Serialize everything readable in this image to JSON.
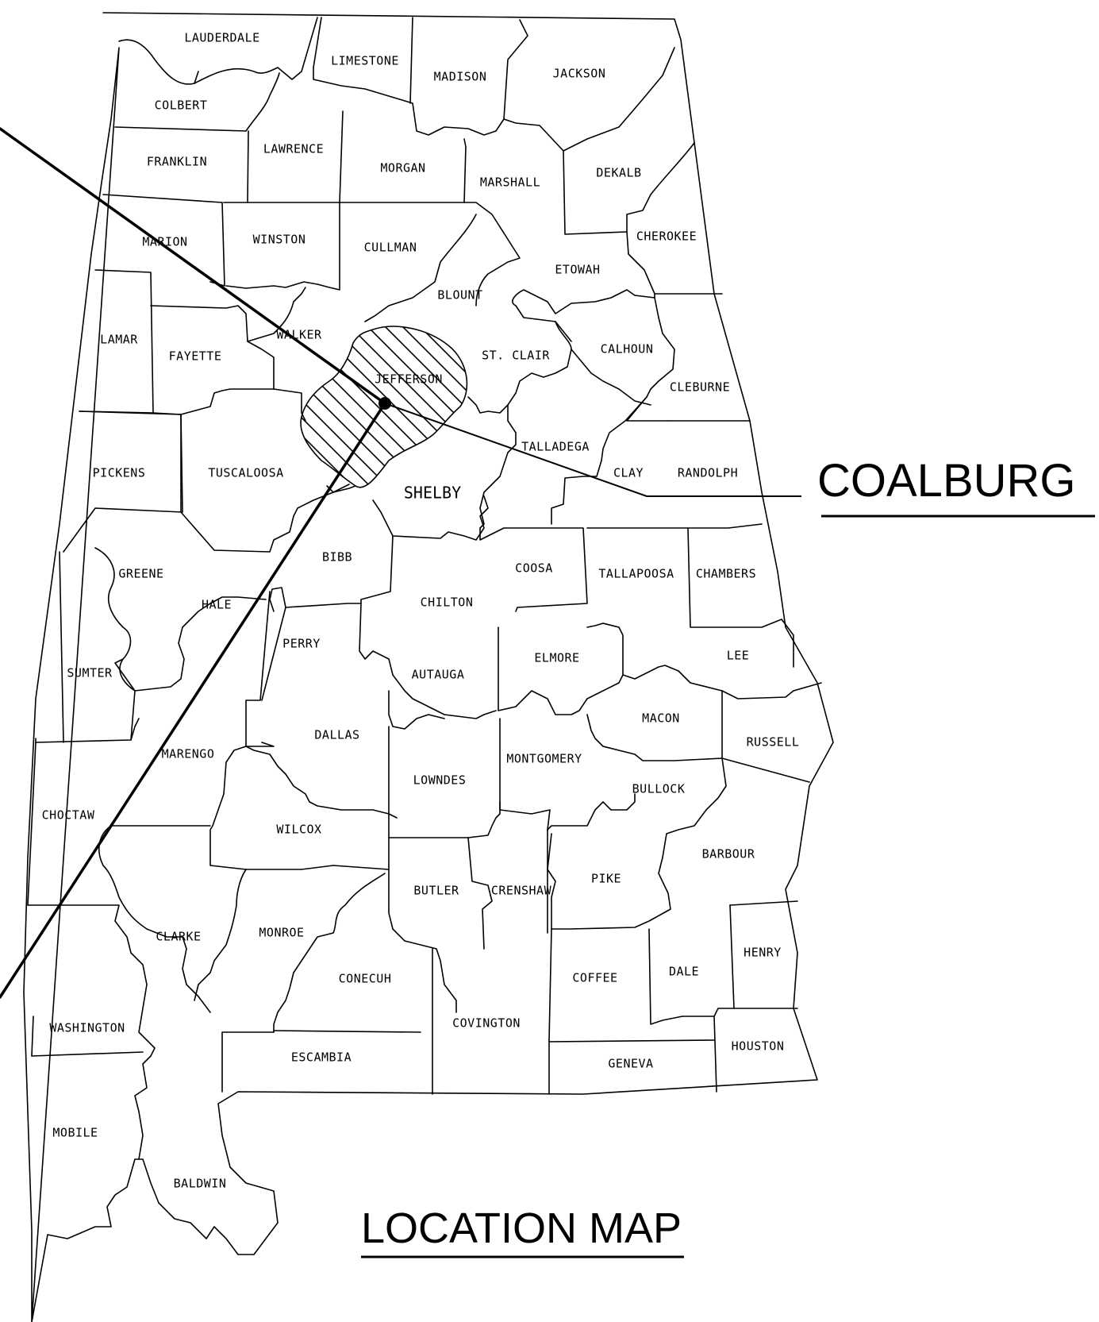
{
  "site": {
    "label": "COALBURG",
    "color": "#000000"
  },
  "title": "LOCATION MAP",
  "hatched_county": "JEFFERSON",
  "counties": [
    {
      "id": "lauderdale",
      "name": "LAUDERDALE"
    },
    {
      "id": "limestone",
      "name": "LIMESTONE"
    },
    {
      "id": "madison",
      "name": "MADISON"
    },
    {
      "id": "jackson",
      "name": "JACKSON"
    },
    {
      "id": "colbert",
      "name": "COLBERT"
    },
    {
      "id": "lawrence",
      "name": "LAWRENCE"
    },
    {
      "id": "franklin",
      "name": "FRANKLIN"
    },
    {
      "id": "morgan",
      "name": "MORGAN"
    },
    {
      "id": "marshall",
      "name": "MARSHALL"
    },
    {
      "id": "dekalb",
      "name": "DEKALB"
    },
    {
      "id": "marion",
      "name": "MARION"
    },
    {
      "id": "winston",
      "name": "WINSTON"
    },
    {
      "id": "cullman",
      "name": "CULLMAN"
    },
    {
      "id": "cherokee",
      "name": "CHEROKEE"
    },
    {
      "id": "etowah",
      "name": "ETOWAH"
    },
    {
      "id": "blount",
      "name": "BLOUNT"
    },
    {
      "id": "lamar",
      "name": "LAMAR"
    },
    {
      "id": "fayette",
      "name": "FAYETTE"
    },
    {
      "id": "walker",
      "name": "WALKER"
    },
    {
      "id": "st-clair",
      "name": "ST. CLAIR"
    },
    {
      "id": "calhoun",
      "name": "CALHOUN"
    },
    {
      "id": "jefferson",
      "name": "JEFFERSON"
    },
    {
      "id": "cleburne",
      "name": "CLEBURNE"
    },
    {
      "id": "talladega",
      "name": "TALLADEGA"
    },
    {
      "id": "pickens",
      "name": "PICKENS"
    },
    {
      "id": "tuscaloosa",
      "name": "TUSCALOOSA"
    },
    {
      "id": "shelby",
      "name": "SHELBY"
    },
    {
      "id": "clay",
      "name": "CLAY"
    },
    {
      "id": "randolph",
      "name": "RANDOLPH"
    },
    {
      "id": "bibb",
      "name": "BIBB"
    },
    {
      "id": "coosa",
      "name": "COOSA"
    },
    {
      "id": "tallapoosa",
      "name": "TALLAPOOSA"
    },
    {
      "id": "chambers",
      "name": "CHAMBERS"
    },
    {
      "id": "greene",
      "name": "GREENE"
    },
    {
      "id": "hale",
      "name": "HALE"
    },
    {
      "id": "chilton",
      "name": "CHILTON"
    },
    {
      "id": "perry",
      "name": "PERRY"
    },
    {
      "id": "elmore",
      "name": "ELMORE"
    },
    {
      "id": "lee",
      "name": "LEE"
    },
    {
      "id": "sumter",
      "name": "SUMTER"
    },
    {
      "id": "autauga",
      "name": "AUTAUGA"
    },
    {
      "id": "macon",
      "name": "MACON"
    },
    {
      "id": "dallas",
      "name": "DALLAS"
    },
    {
      "id": "russell",
      "name": "RUSSELL"
    },
    {
      "id": "marengo",
      "name": "MARENGO"
    },
    {
      "id": "montgomery",
      "name": "MONTGOMERY"
    },
    {
      "id": "lowndes",
      "name": "LOWNDES"
    },
    {
      "id": "bullock",
      "name": "BULLOCK"
    },
    {
      "id": "choctaw",
      "name": "CHOCTAW"
    },
    {
      "id": "wilcox",
      "name": "WILCOX"
    },
    {
      "id": "barbour",
      "name": "BARBOUR"
    },
    {
      "id": "butler",
      "name": "BUTLER"
    },
    {
      "id": "crenshaw",
      "name": "CRENSHAW"
    },
    {
      "id": "pike",
      "name": "PIKE"
    },
    {
      "id": "clarke",
      "name": "CLARKE"
    },
    {
      "id": "monroe",
      "name": "MONROE"
    },
    {
      "id": "henry",
      "name": "HENRY"
    },
    {
      "id": "conecuh",
      "name": "CONECUH"
    },
    {
      "id": "coffee",
      "name": "COFFEE"
    },
    {
      "id": "dale",
      "name": "DALE"
    },
    {
      "id": "washington",
      "name": "WASHINGTON"
    },
    {
      "id": "covington",
      "name": "COVINGTON"
    },
    {
      "id": "escambia",
      "name": "ESCAMBIA"
    },
    {
      "id": "houston",
      "name": "HOUSTON"
    },
    {
      "id": "geneva",
      "name": "GENEVA"
    },
    {
      "id": "mobile",
      "name": "MOBILE"
    },
    {
      "id": "baldwin",
      "name": "BALDWIN"
    }
  ]
}
